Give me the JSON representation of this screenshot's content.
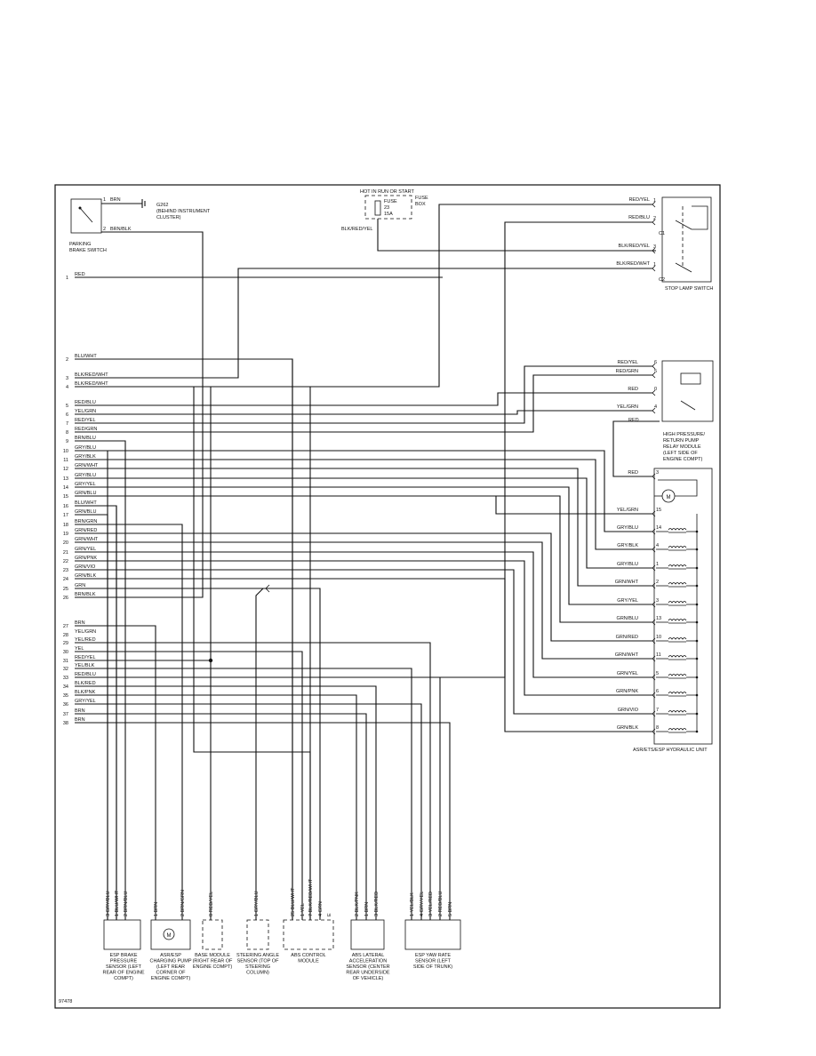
{
  "figure_id": "97478",
  "fuse": {
    "header": "HOT IN RUN OR START",
    "name": "FUSE",
    "number": "23",
    "rating": "15A",
    "box_label": "FUSE BOX",
    "out_wire": "BLK/RED/YEL"
  },
  "parking_brake": {
    "label": "PARKING BRAKE SWITCH",
    "pin1_wire": "BRN",
    "pin2_wire": "BRN/BLK",
    "ground": "G262 (BEHIND INSTRUMENT CLUSTER)"
  },
  "stop_lamp": {
    "label": "STOP LAMP SWITCH",
    "pins": [
      {
        "wire": "RED/YEL",
        "pin": "1"
      },
      {
        "wire": "RED/BLU",
        "pin": "2"
      },
      {
        "wire": "BLK/RED/YEL",
        "pin": "3"
      },
      {
        "wire": "BLK/RED/WHT",
        "pin": "1"
      }
    ]
  },
  "relay_module": {
    "label": "HIGH PRESSURE/ RETURN PUMP RELAY MODULE (LEFT SIDE OF ENGINE COMPT)",
    "pins": [
      {
        "wire": "RED/YEL",
        "pin": "6"
      },
      {
        "wire": "RED/GRN",
        "pin": "5"
      },
      {
        "wire": "RED",
        "pin": "0"
      },
      {
        "wire": "YEL/GRN",
        "pin": "4"
      }
    ],
    "out_wire": "RED"
  },
  "hydraulic_unit": {
    "label": "ASR/ETS/ESP HYDRAULIC UNIT",
    "motor_pin": {
      "wire": "RED",
      "pin": "3"
    },
    "pins": [
      {
        "wire": "YEL/GRN",
        "pin": "15"
      },
      {
        "wire": "GRY/BLU",
        "pin": "14"
      },
      {
        "wire": "GRY/BLK",
        "pin": "4"
      },
      {
        "wire": "GRY/BLU",
        "pin": "1"
      },
      {
        "wire": "GRN/WHT",
        "pin": "2"
      },
      {
        "wire": "GRY/YEL",
        "pin": "3"
      },
      {
        "wire": "GRN/BLU",
        "pin": "13"
      },
      {
        "wire": "GRN/RED",
        "pin": "10"
      },
      {
        "wire": "GRN/WHT",
        "pin": "11"
      },
      {
        "wire": "GRN/YEL",
        "pin": "5"
      },
      {
        "wire": "GRN/PNK",
        "pin": "6"
      },
      {
        "wire": "GRN/VIO",
        "pin": "7"
      },
      {
        "wire": "GRN/BLK",
        "pin": "8"
      }
    ]
  },
  "module_pins": [
    {
      "pin": "1",
      "wire": "RED"
    },
    {
      "pin": "2",
      "wire": "BLU/WHT"
    },
    {
      "pin": "3",
      "wire": "BLK/RED/WHT"
    },
    {
      "pin": "4",
      "wire": "BLK/RED/WHT"
    },
    {
      "pin": "5",
      "wire": "RED/BLU"
    },
    {
      "pin": "6",
      "wire": "YEL/GRN"
    },
    {
      "pin": "7",
      "wire": "RED/YEL"
    },
    {
      "pin": "8",
      "wire": "RED/GRN"
    },
    {
      "pin": "9",
      "wire": "BRN/BLU"
    },
    {
      "pin": "10",
      "wire": "GRY/BLU"
    },
    {
      "pin": "11",
      "wire": "GRY/BLK"
    },
    {
      "pin": "12",
      "wire": "GRN/WHT"
    },
    {
      "pin": "13",
      "wire": "GRY/BLU"
    },
    {
      "pin": "14",
      "wire": "GRY/YEL"
    },
    {
      "pin": "15",
      "wire": "GRN/BLU"
    },
    {
      "pin": "16",
      "wire": "BLU/WHT"
    },
    {
      "pin": "17",
      "wire": "GRN/BLU"
    },
    {
      "pin": "18",
      "wire": "BRN/GRN"
    },
    {
      "pin": "19",
      "wire": "GRN/RED"
    },
    {
      "pin": "20",
      "wire": "GRN/WHT"
    },
    {
      "pin": "21",
      "wire": "GRN/YEL"
    },
    {
      "pin": "22",
      "wire": "GRN/PNK"
    },
    {
      "pin": "23",
      "wire": "GRN/VIO"
    },
    {
      "pin": "24",
      "wire": "GRN/BLK"
    },
    {
      "pin": "25",
      "wire": "GRN"
    },
    {
      "pin": "26",
      "wire": "BRN/BLK"
    },
    {
      "pin": "27",
      "wire": "BRN"
    },
    {
      "pin": "28",
      "wire": "YEL/GRN"
    },
    {
      "pin": "29",
      "wire": "YEL/RED"
    },
    {
      "pin": "30",
      "wire": "YEL"
    },
    {
      "pin": "31",
      "wire": "RED/YEL"
    },
    {
      "pin": "32",
      "wire": "YEL/BLK"
    },
    {
      "pin": "33",
      "wire": "RED/BLU"
    },
    {
      "pin": "34",
      "wire": "BLK/RED"
    },
    {
      "pin": "35",
      "wire": "BLK/PNK"
    },
    {
      "pin": "36",
      "wire": "GRY/YEL"
    },
    {
      "pin": "37",
      "wire": "BRN"
    },
    {
      "pin": "38",
      "wire": "BRN"
    }
  ],
  "bottom_components": [
    {
      "label": "ESP BRAKE PRESSURE SENSOR (LEFT REAR OF ENGINE COMPT)",
      "pins": [
        {
          "pin": "3",
          "wire": "GRY/BLU"
        },
        {
          "pin": "1",
          "wire": "BLU/WHT"
        },
        {
          "pin": "2",
          "wire": "BRN/BLU"
        }
      ]
    },
    {
      "label": "ASR/ESP CHARGING PUMP (LEFT REAR CORNER OF ENGINE COMPT)",
      "pins": [
        {
          "pin": "1",
          "wire": "BRN"
        },
        {
          "pin": "2",
          "wire": "BRN/GRN"
        }
      ]
    },
    {
      "label": "BASE MODULE (RIGHT REAR OF ENGINE COMPT)",
      "pins": [
        {
          "pin": "8",
          "wire": "RED/YEL"
        }
      ]
    },
    {
      "label": "STEERING ANGLE SENSOR (TOP OF STEERING COLUMN)",
      "pins": [
        {
          "pin": "1",
          "wire": "GRY/BLU"
        }
      ]
    },
    {
      "label": "ABS CONTROL MODULE",
      "pins": [
        {
          "pin": "25",
          "wire": "BLU/WHT"
        },
        {
          "pin": "1",
          "wire": "YEL"
        },
        {
          "pin": "7",
          "wire": "BLK/RED/WHT"
        },
        {
          "pin": "4",
          "wire": "GRN"
        },
        {
          "pin": "E",
          "wire": ""
        }
      ]
    },
    {
      "label": "ABS LATERAL ACCELERATION SENSOR (CENTER REAR UNDERSIDE OF VEHICLE)",
      "pins": [
        {
          "pin": "2",
          "wire": "BLK/PNK"
        },
        {
          "pin": "1",
          "wire": "BRN"
        },
        {
          "pin": "3",
          "wire": "BLK/RED"
        }
      ]
    },
    {
      "label": "ESP YAW RATE SENSOR (LEFT SIDE OF TRUNK)",
      "pins": [
        {
          "pin": "1",
          "wire": "YEL/BLK"
        },
        {
          "pin": "4",
          "wire": "GRY/YEL"
        },
        {
          "pin": "3",
          "wire": "YEL/RED"
        },
        {
          "pin": "2",
          "wire": "RED/BLU"
        },
        {
          "pin": "5",
          "wire": "BRN"
        }
      ]
    }
  ]
}
